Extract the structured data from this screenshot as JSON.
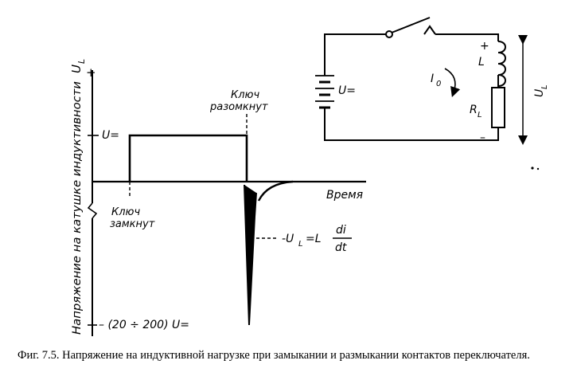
{
  "graph": {
    "y_axis_label": "Напряжение на катушке индуктивности",
    "y_axis_symbol": "U",
    "y_axis_symbol_sub": "L",
    "plus_sign": "+",
    "level_label": "U=",
    "x_axis_label": "Время",
    "key_open_label_line1": "Ключ",
    "key_open_label_line2": "разомкнут",
    "key_closed_label_line1": "Ключ",
    "key_closed_label_line2": "замкнут",
    "spike_formula_left": "-U",
    "spike_formula_sub": "L",
    "spike_formula_eq": "=L",
    "spike_formula_num": "di",
    "spike_formula_den": "dt",
    "bottom_level_label": "– (20 ÷ 200) U="
  },
  "circuit": {
    "inductor_label": "L",
    "resistor_label": "R",
    "resistor_sub": "L",
    "source_label": "U=",
    "current_label": "I",
    "current_sub": "0",
    "plus_sign": "+",
    "minus_sign": "–",
    "voltage_label": "U",
    "voltage_sub": "L"
  },
  "caption": {
    "text": "Фиг. 7.5. Напряжение на индуктивной нагрузке при замыкании и размыкании контактов переключателя."
  }
}
